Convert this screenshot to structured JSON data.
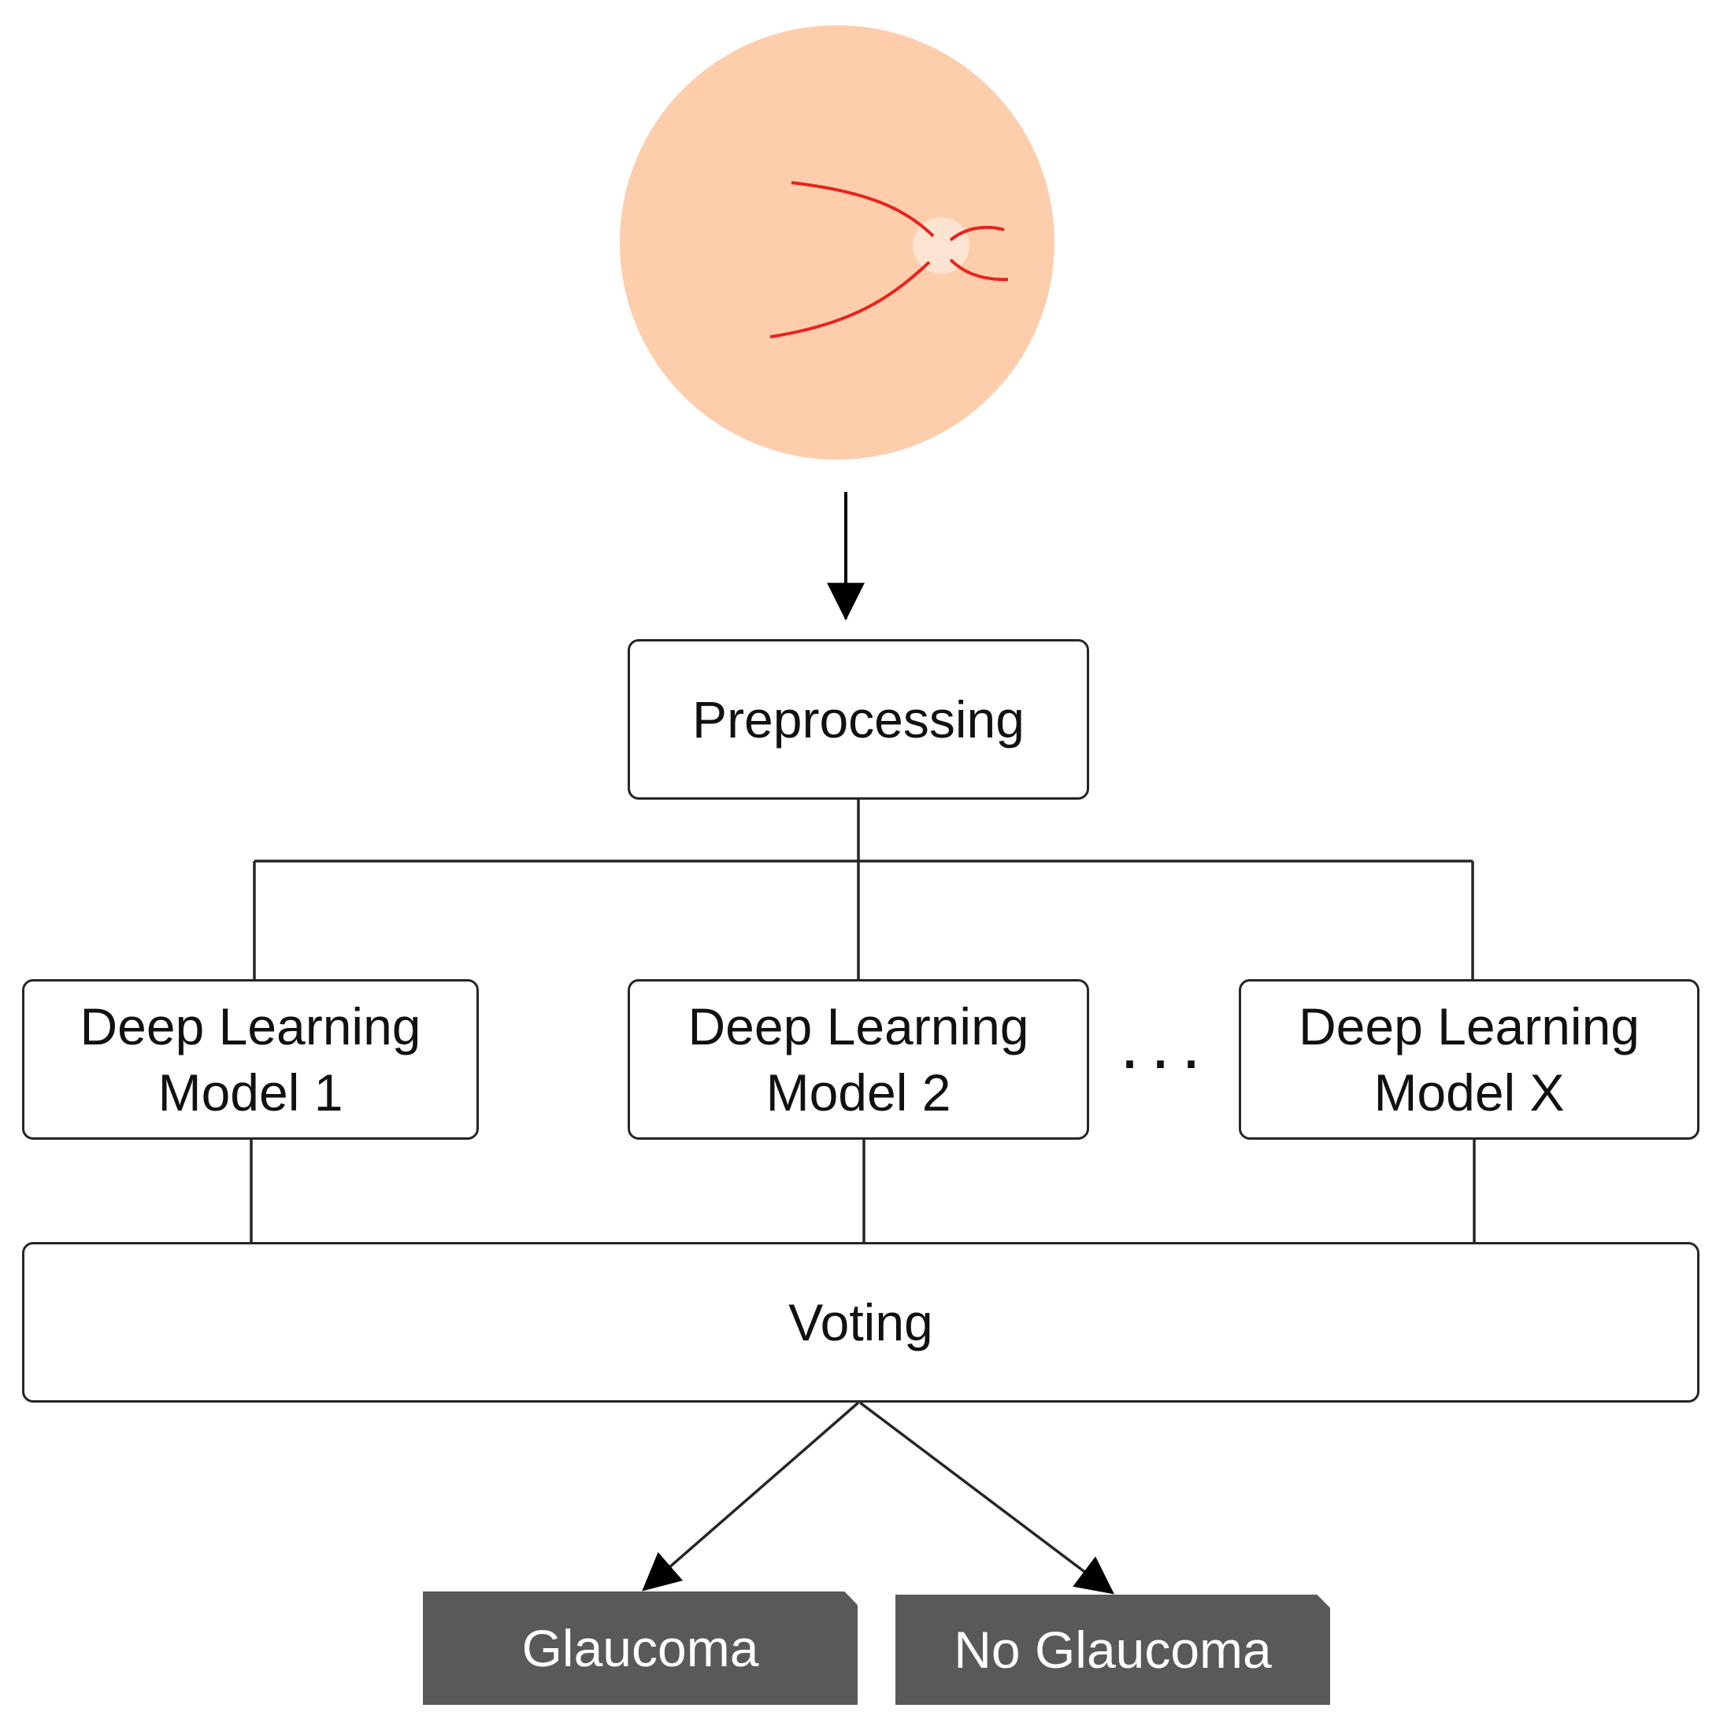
{
  "diagram": {
    "input_image_icon": "retina-fundus-icon",
    "fundus_color": "#fdcdac",
    "vessel_color": "#e8231b",
    "preprocessing_label": "Preprocessing",
    "models": [
      {
        "line1": "Deep Learning",
        "line2": "Model 1"
      },
      {
        "line1": "Deep Learning",
        "line2": "Model 2"
      },
      {
        "line1": "Deep Learning",
        "line2": "Model X"
      }
    ],
    "ellipsis": "...",
    "voting_label": "Voting",
    "outcomes": [
      "Glaucoma",
      "No Glaucoma"
    ],
    "outcome_color": "#595959"
  }
}
